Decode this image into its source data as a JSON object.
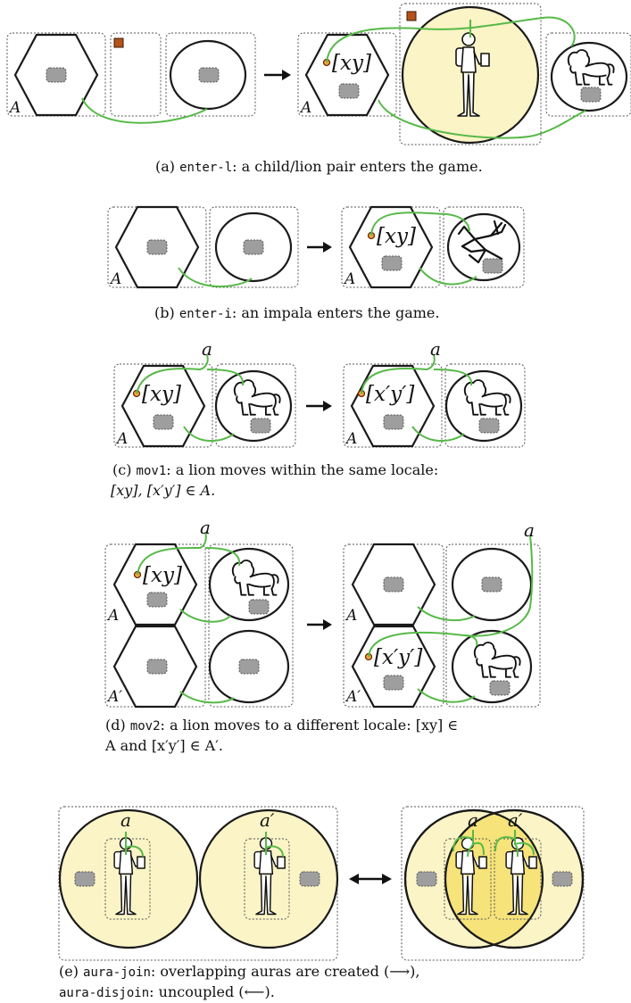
{
  "panels": {
    "a": {
      "caption_tag": "(a)",
      "caption_code": "enter-l",
      "caption_text": ": a child/lion pair enters the game.",
      "locale_label": "A",
      "coord_label": "[xy]"
    },
    "b": {
      "caption_tag": "(b)",
      "caption_code": "enter-i",
      "caption_text": ": an impala enters the game.",
      "locale_label": "A",
      "coord_label": "[xy]"
    },
    "c": {
      "caption_tag": "(c)",
      "caption_code": "mov1",
      "caption_text_1": ": a lion moves within the same locale:",
      "caption_text_2": "[xy], [x′y′] ∈ A.",
      "locale_label": "A",
      "coord_before": "[xy]",
      "coord_after": "[x′y′]",
      "link_label": "a"
    },
    "d": {
      "caption_tag": "(d)",
      "caption_code": "mov2",
      "caption_text_1": ": a lion moves to a different locale: [xy] ∈",
      "caption_text_2": "A and [x′y′] ∈ A′.",
      "locale_label": "A",
      "locale_label_2": "A′",
      "coord_before": "[xy]",
      "coord_after": "[x′y′]",
      "link_label": "a"
    },
    "e": {
      "caption_tag": "(e)",
      "caption_code": "aura-join",
      "caption_text_1": ": overlapping auras are created (⟶),",
      "caption_code_2": "aura-disjoin",
      "caption_text_2": ": uncoupled (⟵).",
      "link_label_1": "a",
      "link_label_2": "a′"
    }
  },
  "icons": [
    "hexagon-locale",
    "oval-locale",
    "stone",
    "child-with-backpack",
    "lion",
    "impala",
    "right-arrow",
    "double-arrow"
  ],
  "colors": {
    "link": "#57b948",
    "aura": "#fbf4c6",
    "aura_overlap": "#f6e37a",
    "marker_dot": "#f2a33a",
    "marker_square": "#b5531a"
  }
}
